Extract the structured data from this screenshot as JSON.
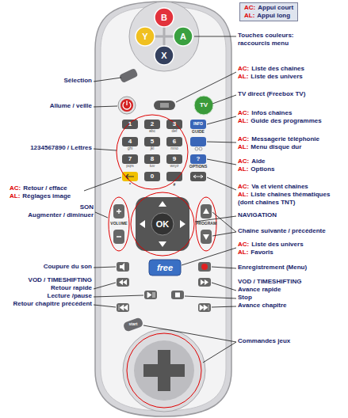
{
  "diagram": {
    "nodes": [
      {
        "text": [
          "AC:",
          "Appui court",
          "AL:",
          "Appui long"
        ]
      }
    ],
    "labels": [
      "Touches couleurs:",
      "raccourcis menu",
      "AC:",
      "Liste des chaînes",
      "AL:",
      "Liste des univers",
      "TV direct (Freebox TV)",
      "AC:",
      "Infos chaînes",
      "AL:",
      "Guide des programmes",
      "AC:",
      "Messagerie téléphonie",
      "AL:",
      "Menu disque dur",
      "AC:",
      "Aide",
      "AL:",
      "Options",
      "AC:",
      "Va et vient chaînes",
      "AL:",
      "Liste chaînes thématiques",
      "(dont chaînes TNT)",
      "NAVIGATION",
      "Chaîne suivante / précédente",
      "AC:",
      "Liste des univers",
      "AL:",
      "Favoris",
      "Enregistrement (Menu)",
      "VOD / TIMESHIFTING",
      "Avance rapide",
      "Stop",
      "Avance chapitre",
      "Commandes jeux",
      "Sélection",
      "Allume / veille",
      "1234567890 / Lettres",
      "AC:",
      "Retour / efface",
      "AL:",
      "Réglages image",
      "SON",
      "Augmenter / diminuer",
      "Coupure du son",
      "VOD / TIMESHIFTING",
      "Retour rapide",
      "Lecture /pause",
      "Retour chapitre précédent",
      "B",
      "Y",
      "A",
      "X",
      "TV",
      "1",
      "2",
      "3",
      "4",
      "5",
      "6",
      "7",
      "8",
      "9",
      "0",
      "abc",
      "def",
      "ghi",
      "jkl",
      "mno",
      "pqrs",
      "tuv",
      "wxyz",
      "*",
      "#",
      "INFO",
      "GUIDE",
      "?",
      "OPTIONS",
      "VOLUME",
      "PROGRAM",
      "OK",
      "free",
      "start"
    ]
  }
}
